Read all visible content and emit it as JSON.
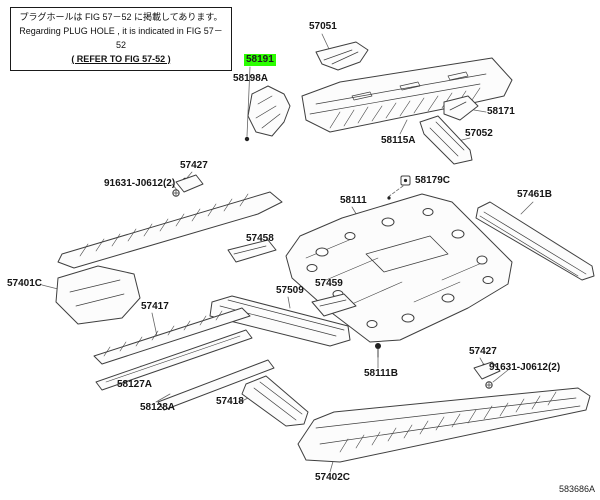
{
  "note": {
    "line1": "プラグホールは FIG 57－52 に掲載してあります。",
    "line2": "Regarding PLUG HOLE , it is indicated in FIG 57－52",
    "line3": "( REFER TO FIG 57-52 )"
  },
  "diagram_id": "583686A",
  "highlight": {
    "part": "58191",
    "color": "#2bff00"
  },
  "labels": [
    {
      "id": "57051"
    },
    {
      "id": "58191"
    },
    {
      "id": "58198A"
    },
    {
      "id": "58171"
    },
    {
      "id": "57052"
    },
    {
      "id": "58115A"
    },
    {
      "id": "58179C"
    },
    {
      "id": "57461B"
    },
    {
      "id": "58111"
    },
    {
      "id": "57427"
    },
    {
      "id": "91631-J0612(2)"
    },
    {
      "id": "57401C"
    },
    {
      "id": "57458"
    },
    {
      "id": "57509"
    },
    {
      "id": "57459"
    },
    {
      "id": "57417"
    },
    {
      "id": "58127A"
    },
    {
      "id": "58128A"
    },
    {
      "id": "57418"
    },
    {
      "id": "58111B"
    },
    {
      "id": "57427"
    },
    {
      "id": "91631-J0612(2)"
    },
    {
      "id": "57402C"
    }
  ]
}
